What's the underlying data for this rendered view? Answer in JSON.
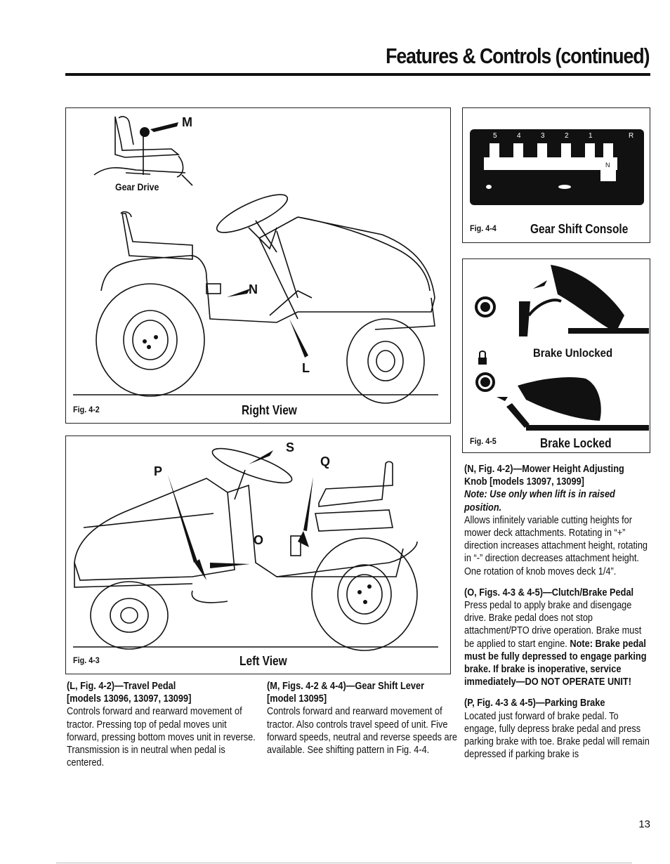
{
  "header": {
    "title": "Features & Controls (continued)"
  },
  "fig42": {
    "label": "Fig. 4-2",
    "title": "Right View",
    "inset_label": "Gear Drive",
    "callout_m": "M",
    "callout_n": "N",
    "callout_l": "L"
  },
  "fig43": {
    "label": "Fig. 4-3",
    "title": "Left View",
    "callout_p": "P",
    "callout_s": "S",
    "callout_q": "Q",
    "callout_o": "O"
  },
  "fig44": {
    "label": "Fig. 4-4",
    "title": "Gear Shift Console",
    "gears": [
      "5",
      "4",
      "3",
      "2",
      "1",
      "R",
      "N"
    ]
  },
  "fig45": {
    "label": "Fig. 4-5",
    "unlocked_label": "Brake Unlocked",
    "locked_label": "Brake Locked"
  },
  "col1": {
    "heading1": "(L, Fig. 4-2)—Travel Pedal",
    "heading2": "[models 13096, 13097, 13099]",
    "body": "Controls forward and rearward movement of tractor. Pressing top of pedal moves unit forward, pressing bottom moves unit in reverse. Transmission is in neutral when pedal is centered."
  },
  "col2": {
    "heading1": "(M, Figs. 4-2 & 4-4)—Gear Shift Lever",
    "heading2": "[model 13095]",
    "body": "Controls forward and rearward movement of tractor. Also controls travel speed of unit. Five forward speeds, neutral and reverse speeds are available. See shifting pattern in Fig. 4-4."
  },
  "col3": {
    "n_heading1": "(N, Fig. 4-2)—Mower Height Adjusting",
    "n_heading2": "Knob [models 13097, 13099]",
    "n_note": "Note: Use only when lift is in raised position.",
    "n_body": "Allows infinitely variable cutting heights for mower deck attachments. Rotating in “+” direction increases attachment height, rotating in “-” direction decreases attachment height. One rotation of knob moves deck 1/4”.",
    "o_heading": "(O, Figs. 4-3 & 4-5)—Clutch/Brake Pedal",
    "o_body": "Press pedal to apply brake and disengage drive. Brake pedal does not stop attachment/PTO drive operation. Brake must be applied to start engine.",
    "o_warning": "Note: Brake pedal must be fully depressed to engage parking brake. If brake is inoperative, service immediately—DO NOT OPERATE UNIT!",
    "p_heading": "(P, Fig. 4-3 & 4-5)—Parking Brake",
    "p_body": "Located just forward of brake pedal. To engage, fully depress brake pedal and press parking brake with toe. Brake pedal will remain depressed if parking brake is"
  },
  "page": {
    "number": "13"
  }
}
